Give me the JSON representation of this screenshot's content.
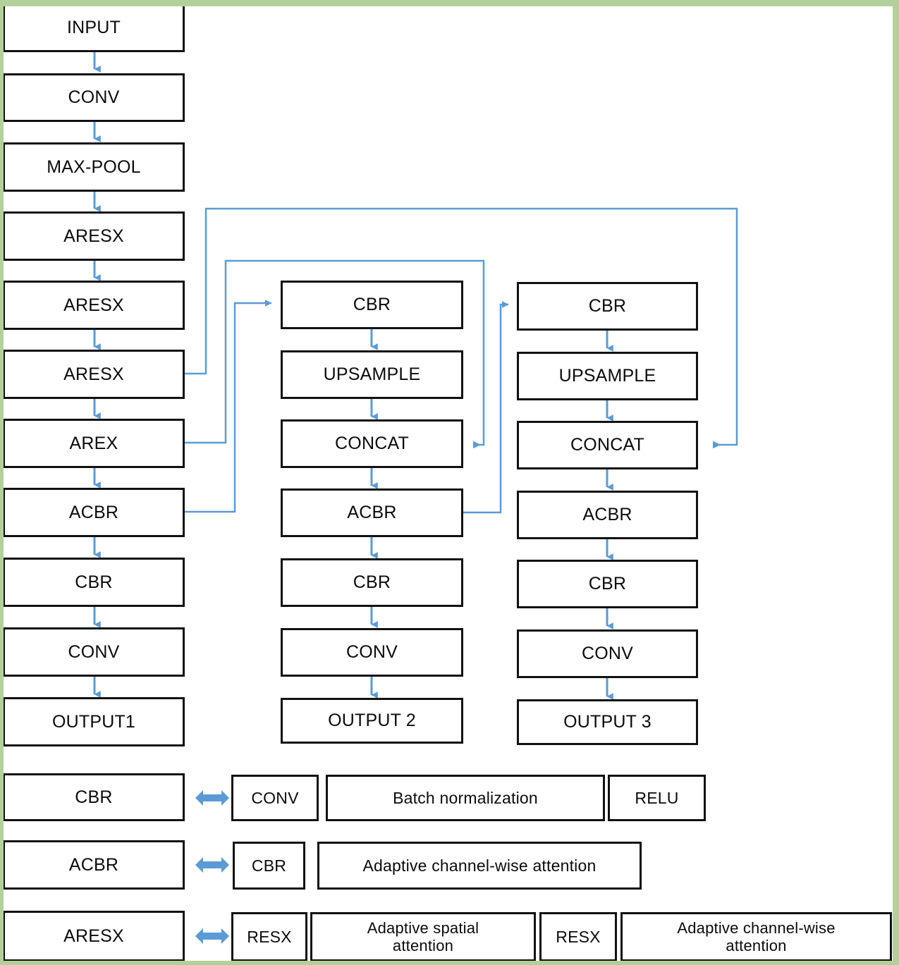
{
  "diagram": {
    "title": "Network architecture block diagram",
    "accent_color": "#5b9bd5",
    "border_color": "#b4d09a",
    "box_border_color": "#111111"
  },
  "backbone_column": [
    {
      "label": "INPUT"
    },
    {
      "label": "CONV"
    },
    {
      "label": "MAX-POOL"
    },
    {
      "label": "ARESX"
    },
    {
      "label": "ARESX"
    },
    {
      "label": "ARESX"
    },
    {
      "label": "AREX"
    },
    {
      "label": "ACBR"
    },
    {
      "label": "CBR"
    },
    {
      "label": "CONV"
    },
    {
      "label": "OUTPUT1"
    }
  ],
  "middle_column": [
    {
      "label": "CBR"
    },
    {
      "label": "UPSAMPLE"
    },
    {
      "label": "CONCAT"
    },
    {
      "label": "ACBR"
    },
    {
      "label": "CBR"
    },
    {
      "label": "CONV"
    },
    {
      "label": "OUTPUT 2"
    }
  ],
  "right_column": [
    {
      "label": "CBR"
    },
    {
      "label": "UPSAMPLE"
    },
    {
      "label": "CONCAT"
    },
    {
      "label": "ACBR"
    },
    {
      "label": "CBR"
    },
    {
      "label": "CONV"
    },
    {
      "label": "OUTPUT 3"
    }
  ],
  "legend": {
    "rows": [
      {
        "key": "CBR",
        "equals_symbol": "double-arrow",
        "expansion": [
          "CONV",
          "Batch normalization",
          "RELU"
        ]
      },
      {
        "key": "ACBR",
        "equals_symbol": "double-arrow",
        "expansion": [
          "CBR",
          "Adaptive channel-wise attention"
        ]
      },
      {
        "key": "ARESX",
        "equals_symbol": "double-arrow",
        "expansion": [
          "RESX",
          "Adaptive spatial\nattention",
          "RESX",
          "Adaptive channel-wise\nattention"
        ]
      }
    ],
    "row3_cells": {
      "resx_1": "RESX",
      "spatial_line1": "Adaptive spatial",
      "spatial_line2": "attention",
      "resx_2": "RESX",
      "channel_line1": "Adaptive channel-wise",
      "channel_line2": "attention"
    }
  }
}
